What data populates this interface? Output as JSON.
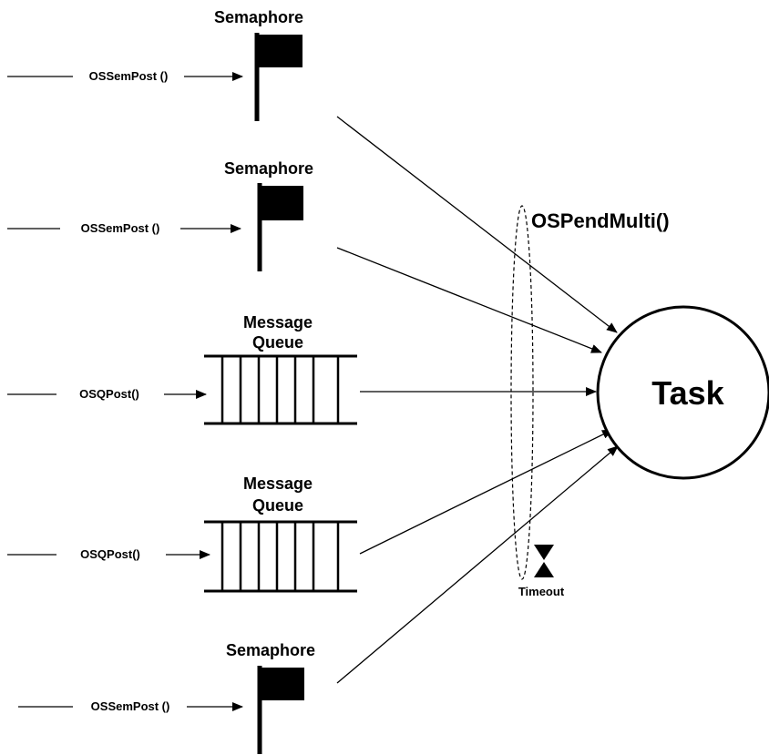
{
  "diagram": {
    "semaphore_label": "Semaphore",
    "queue_label_line1": "Message",
    "queue_label_line2": "Queue",
    "sem_post_label": "OSSemPost ()",
    "q_post_label": "OSQPost()",
    "pend_multi_label": "OSPendMulti()",
    "task_label": "Task",
    "timeout_label": "Timeout"
  }
}
